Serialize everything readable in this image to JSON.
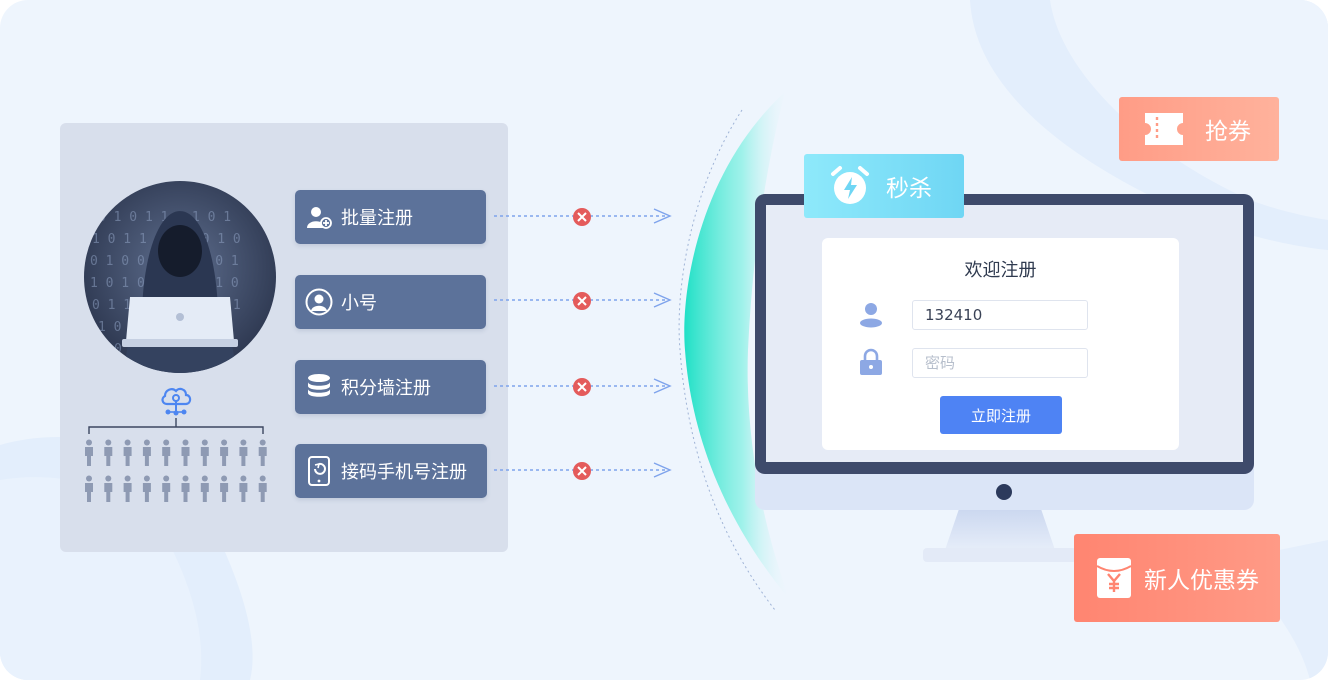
{
  "sources": [
    {
      "label": "批量注册",
      "icon": "add-user-icon"
    },
    {
      "label": "小号",
      "icon": "user-circle-icon"
    },
    {
      "label": "积分墙注册",
      "icon": "database-icon"
    },
    {
      "label": "接码手机号注册",
      "icon": "phone-code-icon"
    }
  ],
  "blocked_icon": "blocked-x-icon",
  "register_form": {
    "title": "欢迎注册",
    "username_value": "132410",
    "password_placeholder": "密码",
    "submit_label": "立即注册"
  },
  "promos": {
    "seckill": "秒杀",
    "grab_coupon": "抢券",
    "newcomer_coupon": "新人优惠券"
  },
  "colors": {
    "tag_bg": "#5c729a",
    "blocked_red": "#e45b5b",
    "arrow_blue": "#7ea3ec",
    "shield_teal": "#22e0c8",
    "button_blue": "#4e83f4",
    "promo_cyan": "#7ddff7",
    "promo_coral": "#ff8f7a"
  }
}
